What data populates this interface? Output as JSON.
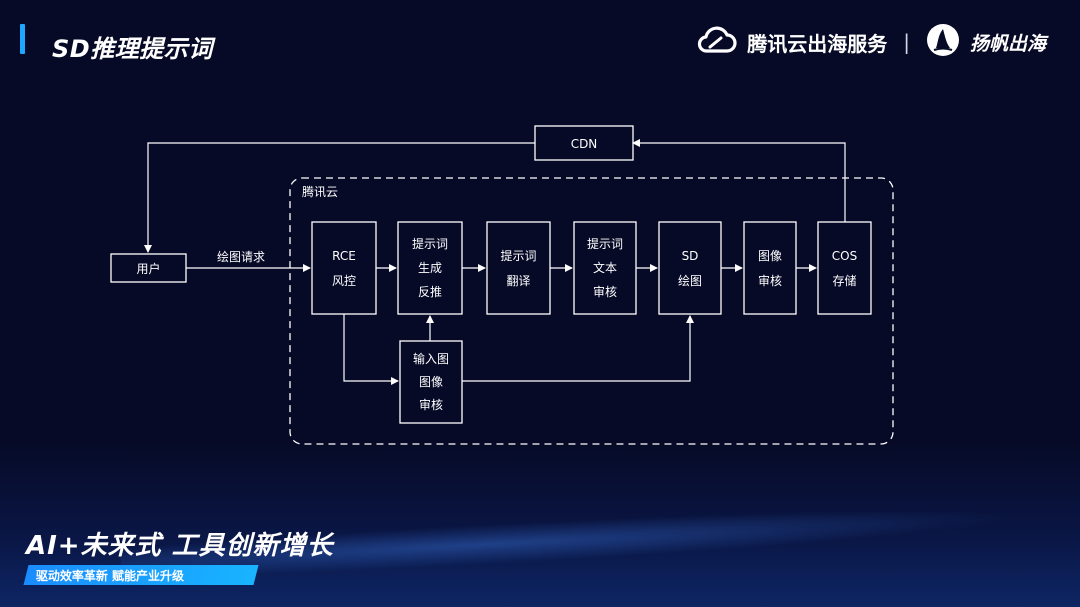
{
  "header": {
    "title": "SD推理提示词",
    "brand_text": "腾讯云出海服务",
    "brand_separator": "|",
    "brand_sub": "扬帆出海"
  },
  "diagram": {
    "group_label": "腾讯云",
    "edge_label_request": "绘图请求",
    "nodes": {
      "user": [
        "用户"
      ],
      "cdn": [
        "CDN"
      ],
      "rce": [
        "RCE",
        "风控"
      ],
      "prompt_gen": [
        "提示词",
        "生成",
        "反推"
      ],
      "prompt_trans": [
        "提示词",
        "翻译"
      ],
      "prompt_review": [
        "提示词",
        "文本",
        "审核"
      ],
      "sd_draw": [
        "SD",
        "绘图"
      ],
      "img_review": [
        "图像",
        "审核"
      ],
      "cos": [
        "COS",
        "存储"
      ],
      "input_review": [
        "输入图",
        "图像",
        "审核"
      ]
    }
  },
  "footer": {
    "slogan": "AI+未来式 工具创新增长",
    "tagline": "驱动效率革新 赋能产业升级"
  },
  "colors": {
    "background": "#060a26",
    "accent": "#1ea7ff",
    "line": "#ffffff"
  }
}
